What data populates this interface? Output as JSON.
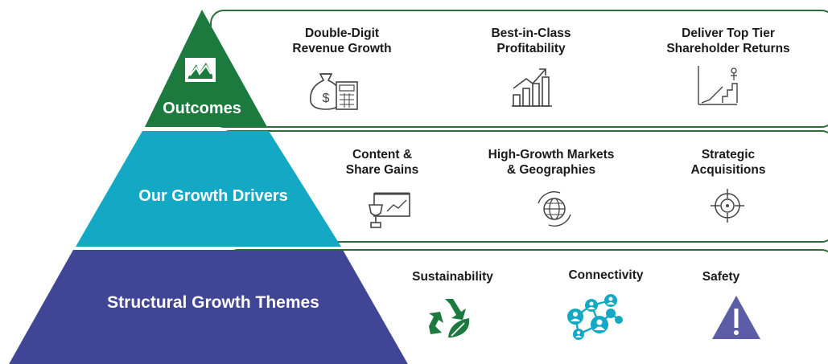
{
  "tiers": {
    "outcomes": {
      "title": "Outcomes",
      "color": "#1c7a3e",
      "items": [
        {
          "label": "Double-Digit\nRevenue Growth",
          "icon": "money-bag-calculator-icon"
        },
        {
          "label": "Best-in-Class\nProfitability",
          "icon": "bar-growth-chart-icon"
        },
        {
          "label": "Deliver Top Tier\nShareholder Returns",
          "icon": "stairs-chart-icon"
        }
      ]
    },
    "drivers": {
      "title": "Our Growth Drivers",
      "color": "#13a9c4",
      "items": [
        {
          "label": "Content &\nShare Gains",
          "icon": "trophy-presentation-icon"
        },
        {
          "label": "High-Growth Markets\n& Geographies",
          "icon": "globe-cycle-icon"
        },
        {
          "label": "Strategic\nAcquisitions",
          "icon": "target-icon"
        }
      ]
    },
    "themes": {
      "title": "Structural Growth Themes",
      "color": "#414596",
      "items": [
        {
          "label": "Sustainability",
          "icon": "recycle-leaf-icon",
          "color": "#1c7a3e"
        },
        {
          "label": "Connectivity",
          "icon": "network-people-icon",
          "color": "#13a9c4"
        },
        {
          "label": "Safety",
          "icon": "warning-triangle-icon",
          "color": "#5b5ea6"
        }
      ]
    }
  },
  "frame_color": "#2e6b3a",
  "logo_icon": "company-logo-icon"
}
